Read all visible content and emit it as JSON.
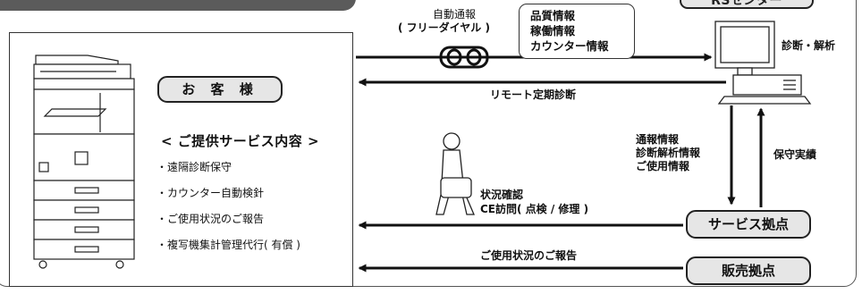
{
  "rs_center": {
    "label": "RSセンター"
  },
  "customer": {
    "label": "お 客 様",
    "services_title": "< ご提供サービス内容 >",
    "services": [
      "・遠隔診断保守",
      "・カウンター自動検針",
      "・ご使用状況のご報告",
      "・複写機集計管理代行( 有償 )"
    ]
  },
  "auto_report": {
    "line1": "自動通報",
    "line2": "( フリーダイヤル )"
  },
  "info_box": {
    "items": [
      "品質情報",
      "稼働情報",
      "カウンター情報"
    ]
  },
  "diagnosis_label": "診断・解析",
  "remote_diagnosis": "リモート定期診断",
  "report_info": {
    "items": [
      "通報情報",
      "診断解析情報",
      "ご使用情報"
    ]
  },
  "maintenance_record": "保守実績",
  "status_check": {
    "line1": "状況確認",
    "line2": "CE訪問( 点検 / 修理 )"
  },
  "service_base": {
    "label": "サービス拠点"
  },
  "usage_report": "ご使用状況のご報告",
  "sales_base": {
    "label": "販売拠点"
  }
}
